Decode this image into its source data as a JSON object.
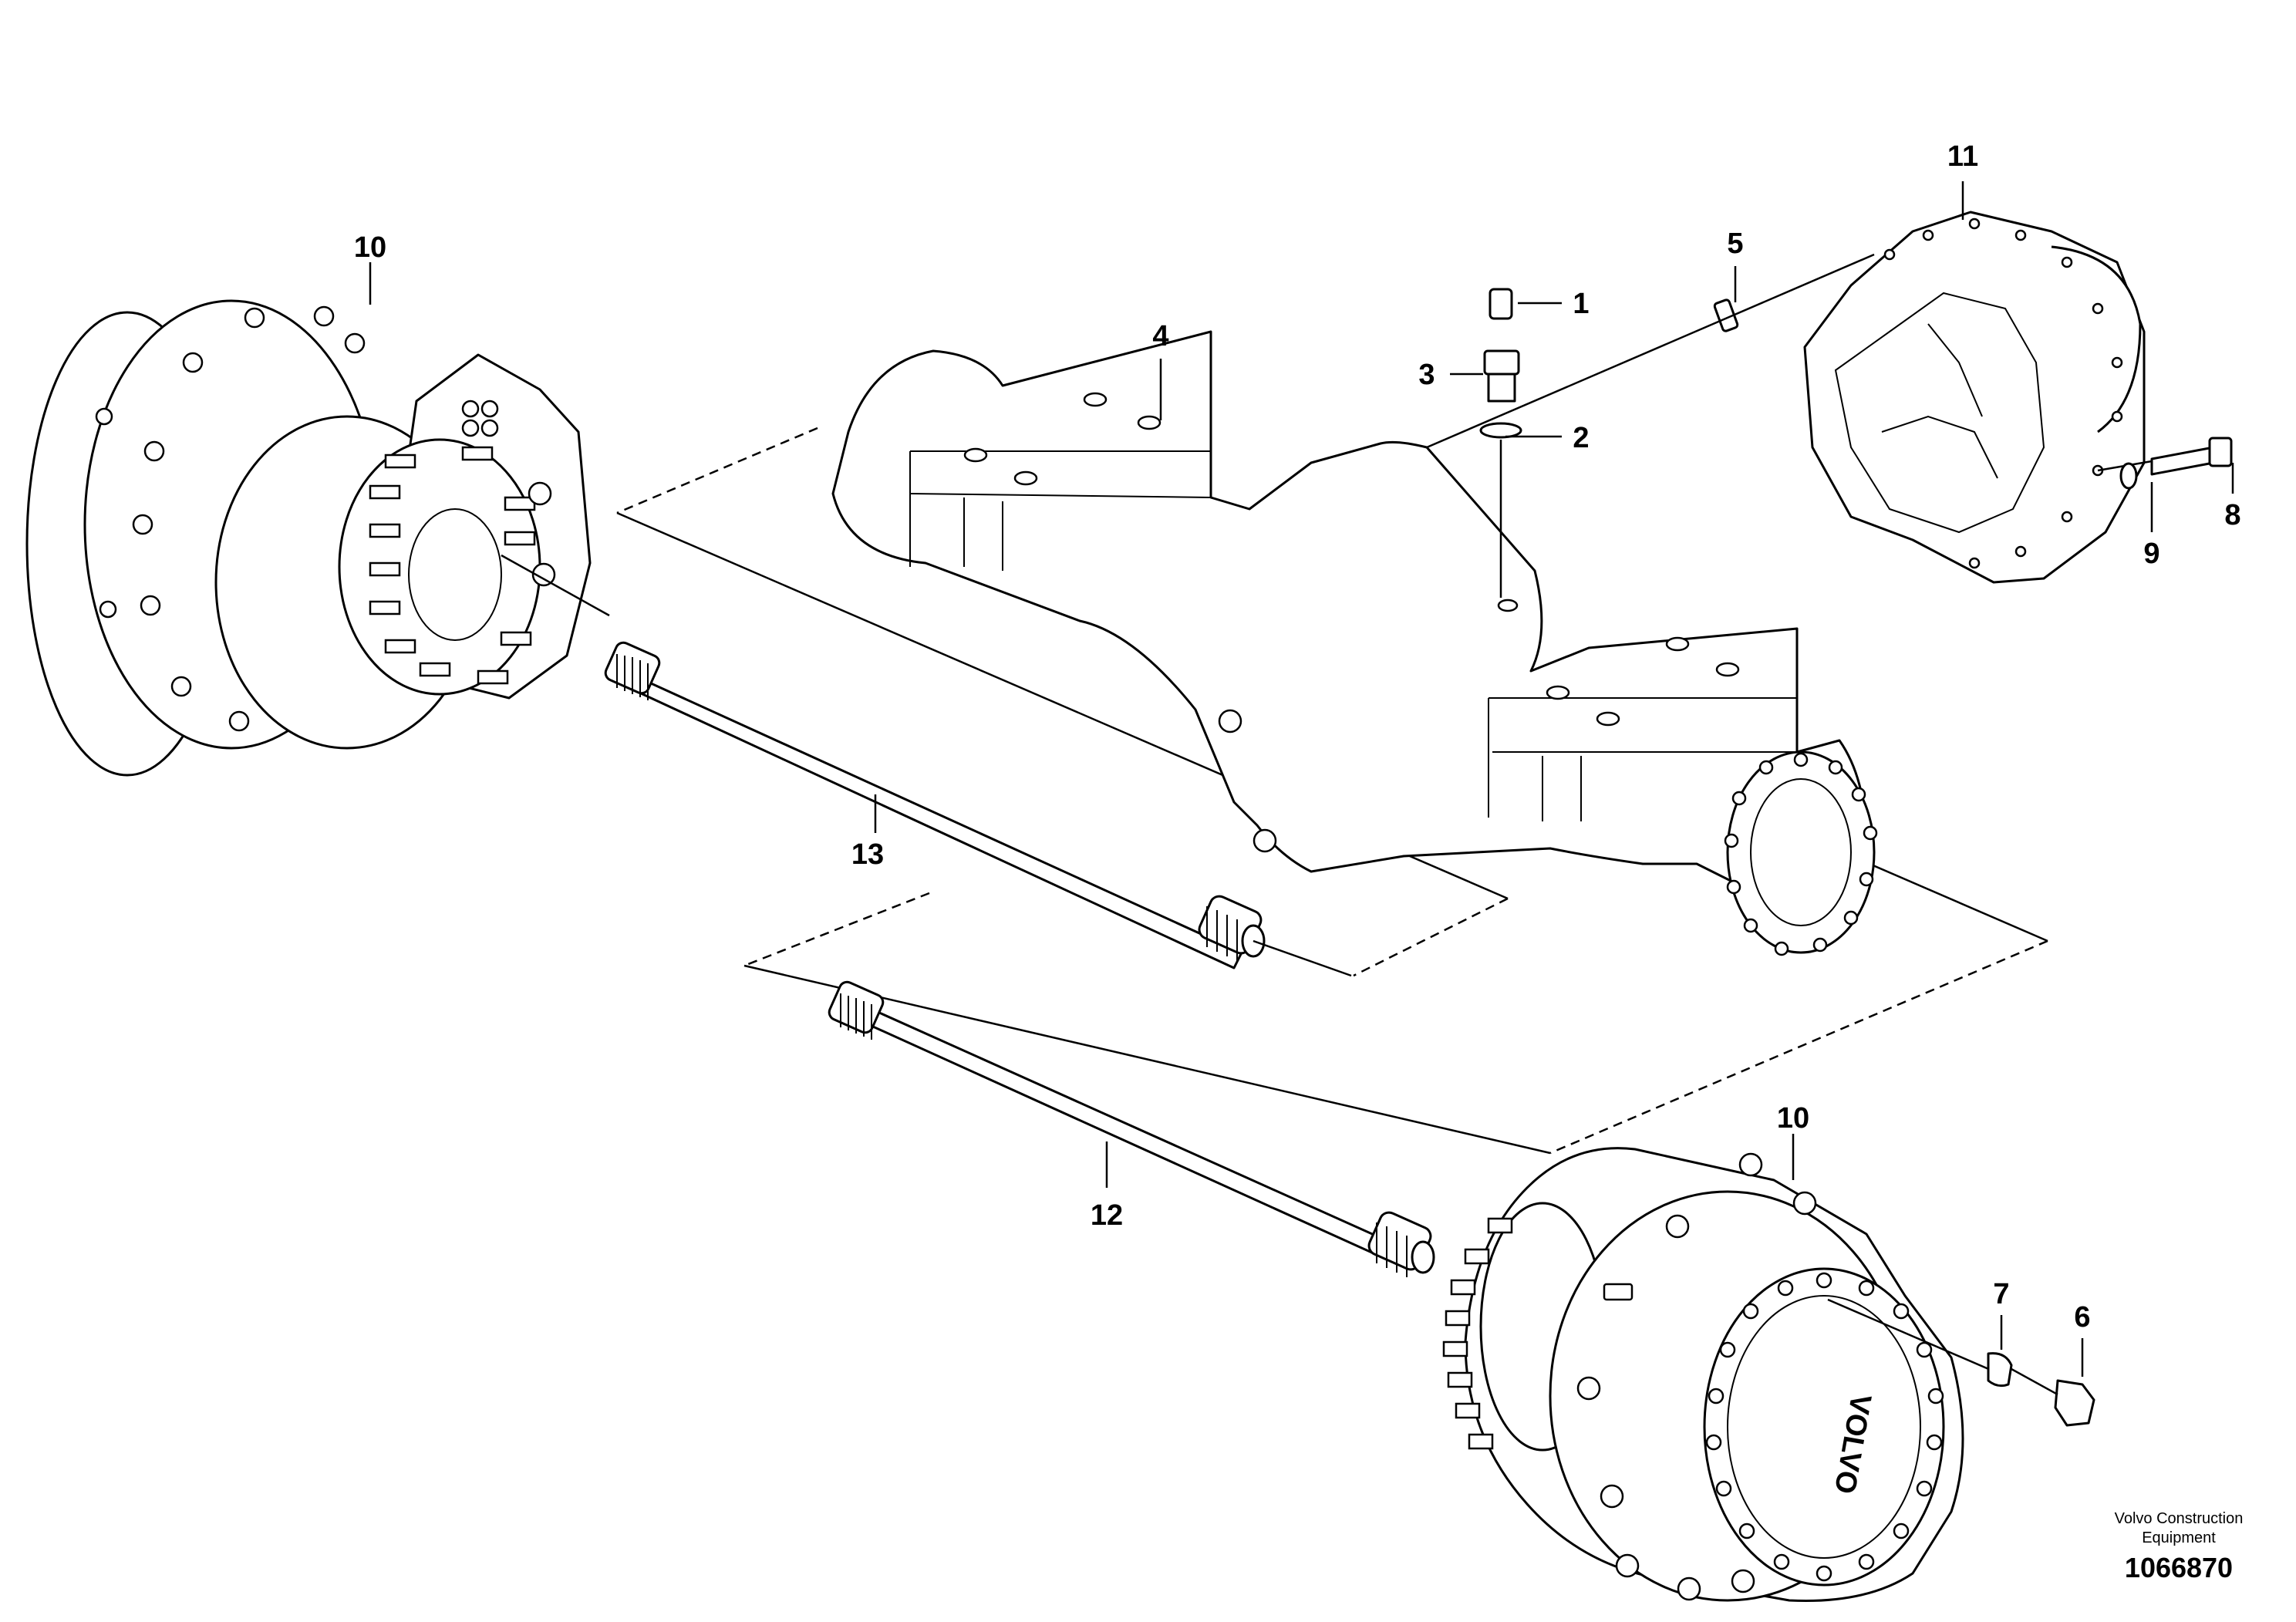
{
  "callouts": {
    "c1": "1",
    "c2": "2",
    "c3": "3",
    "c4": "4",
    "c5": "5",
    "c6": "6",
    "c7": "7",
    "c8": "8",
    "c9": "9",
    "c10_top": "10",
    "c10_bottom": "10",
    "c11": "11",
    "c12": "12",
    "c13": "13"
  },
  "footer": {
    "credit_line1": "Volvo Construction",
    "credit_line2": "Equipment",
    "doc_number": "1066870"
  },
  "cover_logo": "VOLVO"
}
